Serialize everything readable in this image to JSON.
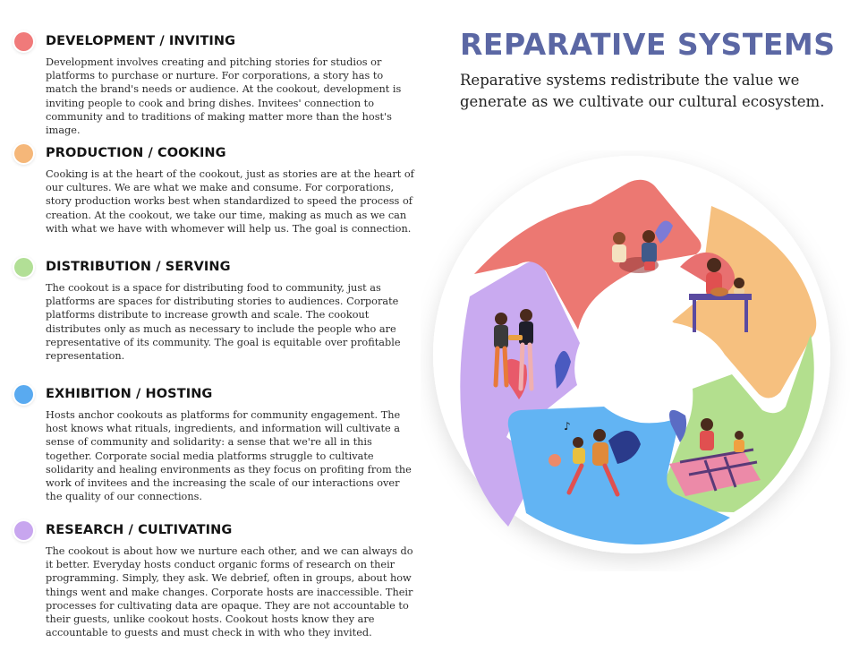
{
  "title": "REPARATIVE SYSTEMS",
  "subtitle": "Reparative systems redistribute the value we generate as we cultivate our cultural ecosystem.",
  "sections": [
    {
      "heading": "DEVELOPMENT / INVITING",
      "color": "#f07a7a",
      "body": "Development involves creating and pitching stories for studios or platforms to purchase or nurture. For corporations, a story has to match the brand's needs or audience. At the cookout, development is inviting people to cook and bring dishes. Invitees' connection to community and to traditions of making matter more than the host's image."
    },
    {
      "heading": "PRODUCTION / COOKING",
      "color": "#f5b779",
      "body": "Cooking is at the heart of the cookout, just as stories are at the heart of our cultures. We are what we make and consume. For corporations, story production works best when standardized to speed the process of creation. At the cookout, we take our time, making as much as we can with what we have with whomever will help us. The goal is connection."
    },
    {
      "heading": "DISTRIBUTION / SERVING",
      "color": "#b2df96",
      "body": "The cookout is a space for distributing food to community, just as platforms are spaces for distributing stories to audiences. Corporate platforms distribute to increase growth and scale. The cookout distributes only as much as necessary to include the people who are representative of its community. The goal is equitable over profitable representation."
    },
    {
      "heading": "EXHIBITION / HOSTING",
      "color": "#59aaf0",
      "body": "Hosts anchor cookouts as platforms for community engagement.  The host knows what rituals, ingredients, and information will cultivate a sense of community and solidarity: a sense that we're all in this together. Corporate social media platforms struggle to cultivate solidarity and healing environments as they focus on profiting from the work of invitees and the increasing the scale of our interactions over the quality of our connections."
    },
    {
      "heading": "RESEARCH / CULTIVATING",
      "color": "#c8a6ef",
      "body": "The cookout is about how we nurture each other, and we can always do it better. Everyday hosts conduct organic forms of research on their programming. Simply, they ask. We debrief, often in groups, about how things went and make changes. Corporate hosts are inaccessible. Their processes for cultivating data are opaque. They are not accountable to their guests, unlike cookout hosts. Cookout hosts know they are accountable to guests and must check in with who they invited."
    }
  ],
  "cycle_colors": {
    "red": "#ec7872",
    "orange": "#f6c07f",
    "green": "#b3df8e",
    "blue": "#62b4f3",
    "purple": "#c9aaf0"
  }
}
